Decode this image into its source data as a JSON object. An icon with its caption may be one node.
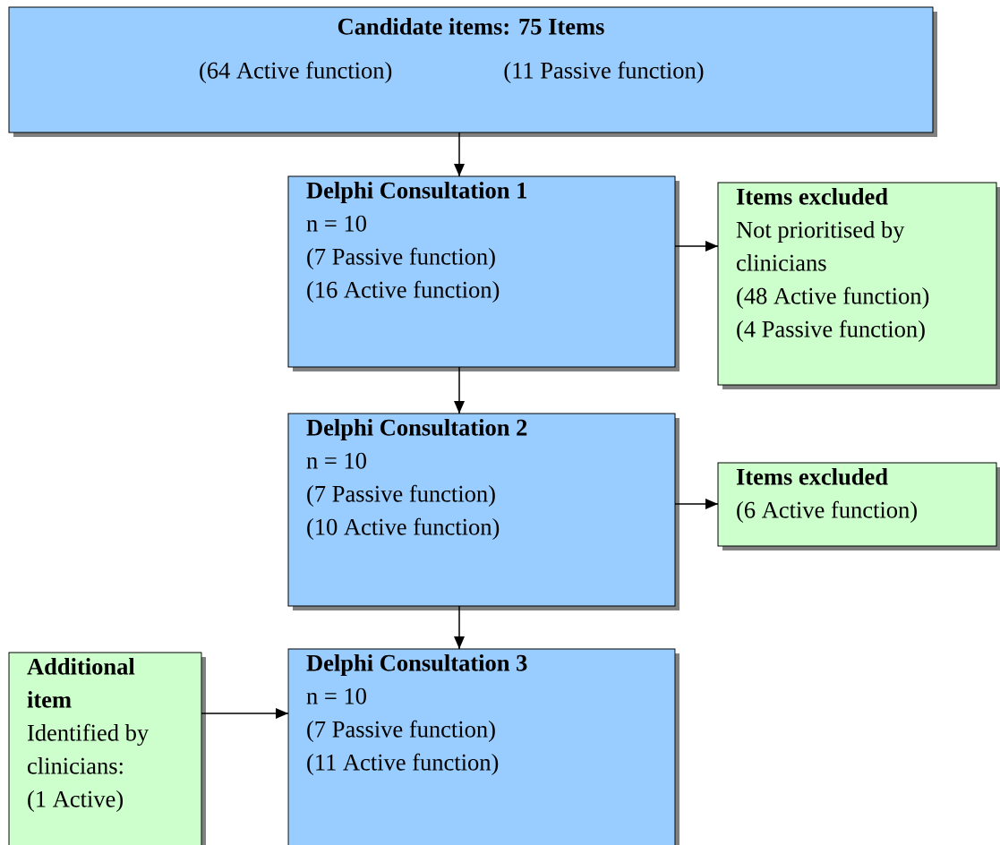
{
  "diagram": {
    "nodes": [
      {
        "text": [
          "Candidate items: 75 Items",
          "(64 Active function)",
          "(11 Passive function)"
        ]
      },
      {
        "text": [
          "Delphi Consultation 1",
          "n = 10",
          "(7 Passive function)",
          "(16 Active function)"
        ]
      },
      {
        "text": [
          "Items excluded",
          "Not prioritised by clinicians",
          "(48 Active function)",
          "(4 Passive function)"
        ]
      },
      {
        "text": [
          "Delphi Consultation 2",
          "n = 10",
          "(7 Passive function)",
          "(10 Active function)"
        ]
      },
      {
        "text": [
          "Items excluded",
          "(6 Active function)"
        ]
      },
      {
        "text": [
          "Additional item",
          "Identified by clinicians:",
          "(1 Active)"
        ]
      },
      {
        "text": [
          "Delphi Consultation 3",
          "n = 10",
          "(7 Passive function)",
          "(11 Active function)"
        ]
      }
    ],
    "edges": [
      {
        "from": 0,
        "to": 1,
        "arrow": "to"
      },
      {
        "from": 1,
        "to": 2,
        "arrow": "to"
      },
      {
        "from": 1,
        "to": 3,
        "arrow": "to"
      },
      {
        "from": 3,
        "to": 4,
        "arrow": "to"
      },
      {
        "from": 3,
        "to": 6,
        "arrow": "to"
      },
      {
        "from": 5,
        "to": 6,
        "arrow": "to"
      }
    ]
  }
}
